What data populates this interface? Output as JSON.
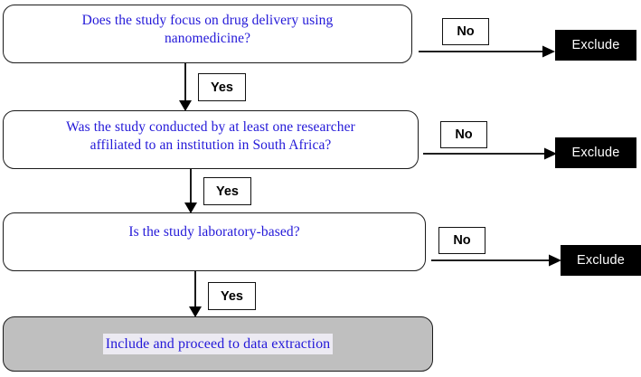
{
  "diagram": {
    "title_color": "#2318d8",
    "exclude_bg": "#000000",
    "include_bg": "#bfbfbf",
    "decisions": [
      {
        "id": "q1",
        "text": "Does the study focus on drug delivery using\nnanomedicine?",
        "yes_label": "Yes",
        "no_label": "No",
        "no_outcome": "Exclude"
      },
      {
        "id": "q2",
        "text": "Was the study conducted by at least one researcher\naffiliated to an institution in South Africa?",
        "yes_label": "Yes",
        "no_label": "No",
        "no_outcome": "Exclude"
      },
      {
        "id": "q3",
        "text": "Is the study laboratory-based?",
        "yes_label": "Yes",
        "no_label": "No",
        "no_outcome": "Exclude"
      }
    ],
    "final": {
      "id": "include",
      "text": "Include and proceed to data extraction"
    }
  }
}
